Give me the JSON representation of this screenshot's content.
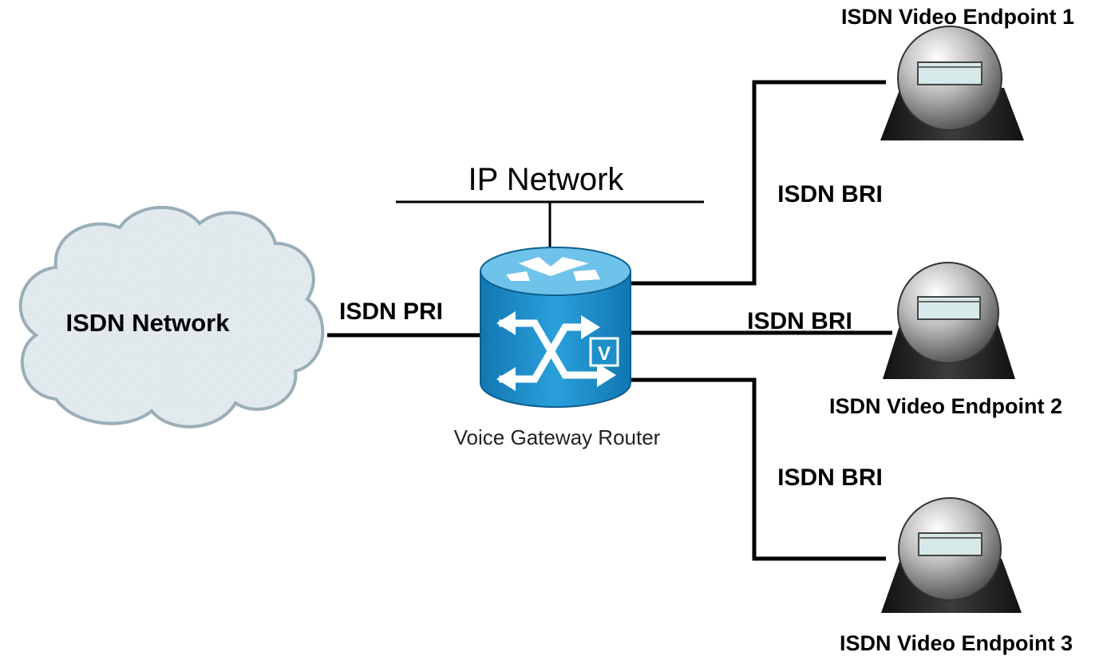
{
  "labels": {
    "ip_network": "IP Network",
    "isdn_network": "ISDN Network",
    "isdn_pri": "ISDN PRI",
    "router": "Voice Gateway Router",
    "router_badge": "V",
    "bri_1": "ISDN BRI",
    "bri_2": "ISDN BRI",
    "bri_3": "ISDN BRI",
    "endpoint_1": "ISDN Video Endpoint 1",
    "endpoint_2": "ISDN Video Endpoint 2",
    "endpoint_3": "ISDN Video Endpoint 3"
  },
  "colors": {
    "router_body": "#1e8fc8",
    "router_top": "#5bbbe6",
    "cloud_fill": "#dfe9ee",
    "cloud_stroke": "#8fa4ae",
    "endpoint_dome": "#b9b9b9",
    "endpoint_base": "#2a2a2a",
    "endpoint_screen": "#d9eaea"
  },
  "icons": {
    "cloud": "cloud-icon",
    "router": "voice-gateway-router-icon",
    "endpoint": "video-endpoint-icon"
  }
}
